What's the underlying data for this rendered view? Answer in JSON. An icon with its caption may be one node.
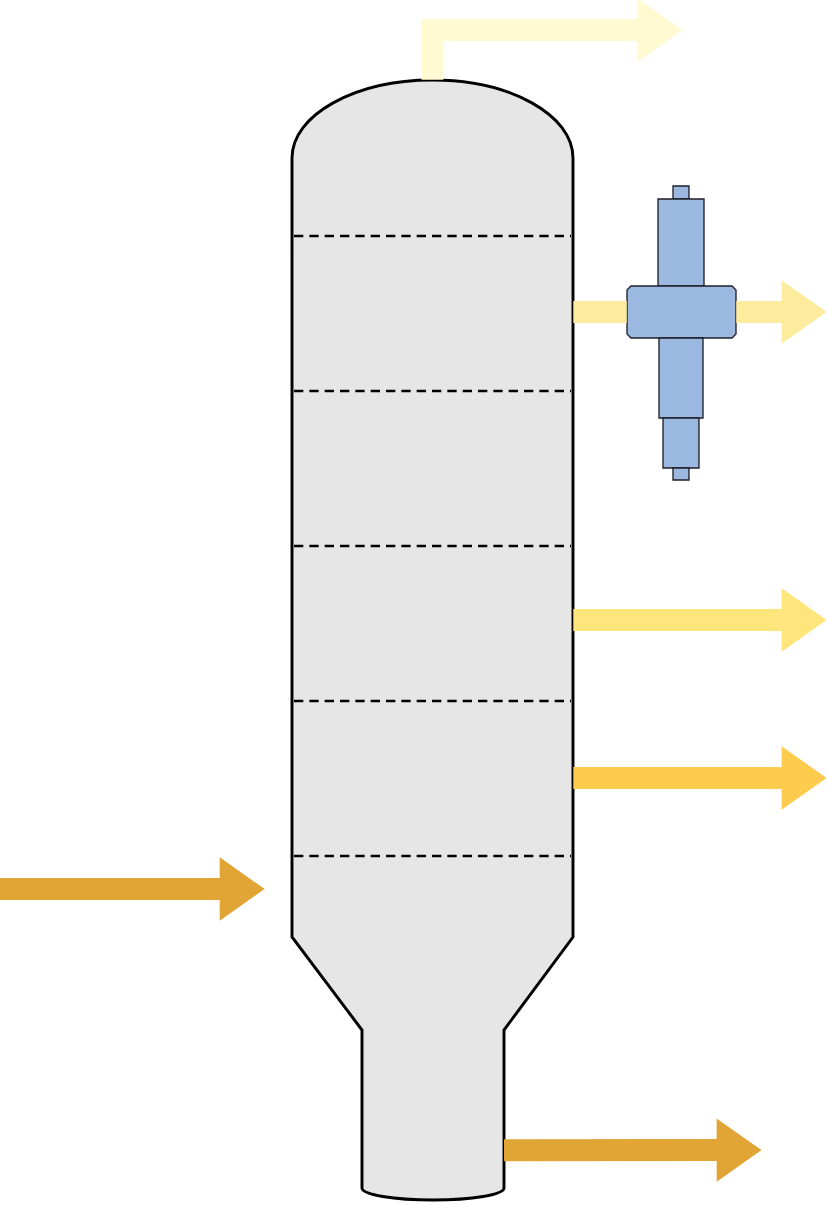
{
  "diagram": {
    "nodes": [
      {
        "text": [],
        "shape": "column"
      },
      {
        "text": [],
        "shape": "picture"
      }
    ],
    "edges": [
      {
        "from": 0,
        "to": null,
        "arrow": "to",
        "color": "#fffad2"
      },
      {
        "from": 0,
        "to": 1,
        "arrow": "none",
        "color": "#fdec9e"
      },
      {
        "from": 1,
        "to": null,
        "arrow": "to",
        "color": "#fdec9e"
      },
      {
        "from": 0,
        "to": null,
        "arrow": "to",
        "color": "#fee67d"
      },
      {
        "from": 0,
        "to": null,
        "arrow": "to",
        "color": "#fdcb4d"
      },
      {
        "from": null,
        "to": 0,
        "arrow": "to",
        "color": "#e0a534"
      },
      {
        "from": 0,
        "to": null,
        "arrow": "to",
        "color": "#e0a534"
      }
    ]
  }
}
